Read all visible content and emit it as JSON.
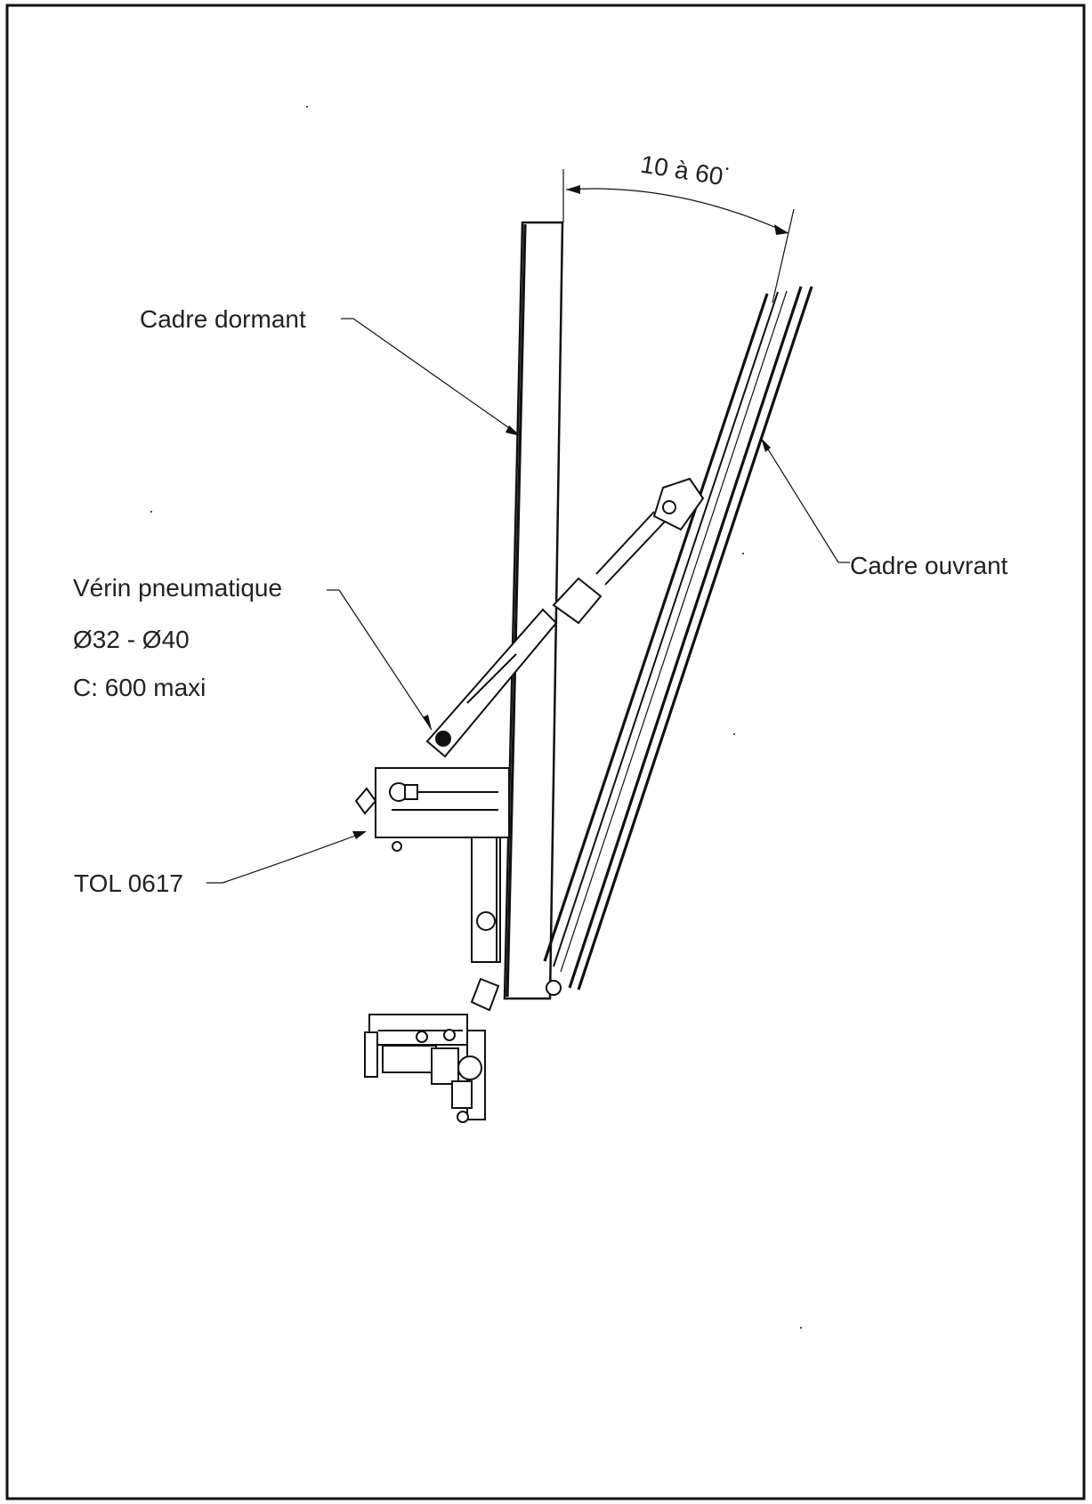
{
  "labels": {
    "angle": "10 à 60˙",
    "fixed_frame": "Cadre dormant",
    "opening_frame": "Cadre ouvrant",
    "cylinder_title": "Vérin pneumatique",
    "cylinder_diameter": "Ø32 - Ø40",
    "cylinder_stroke": "C: 600 maxi",
    "part_ref": "TOL 0617"
  }
}
